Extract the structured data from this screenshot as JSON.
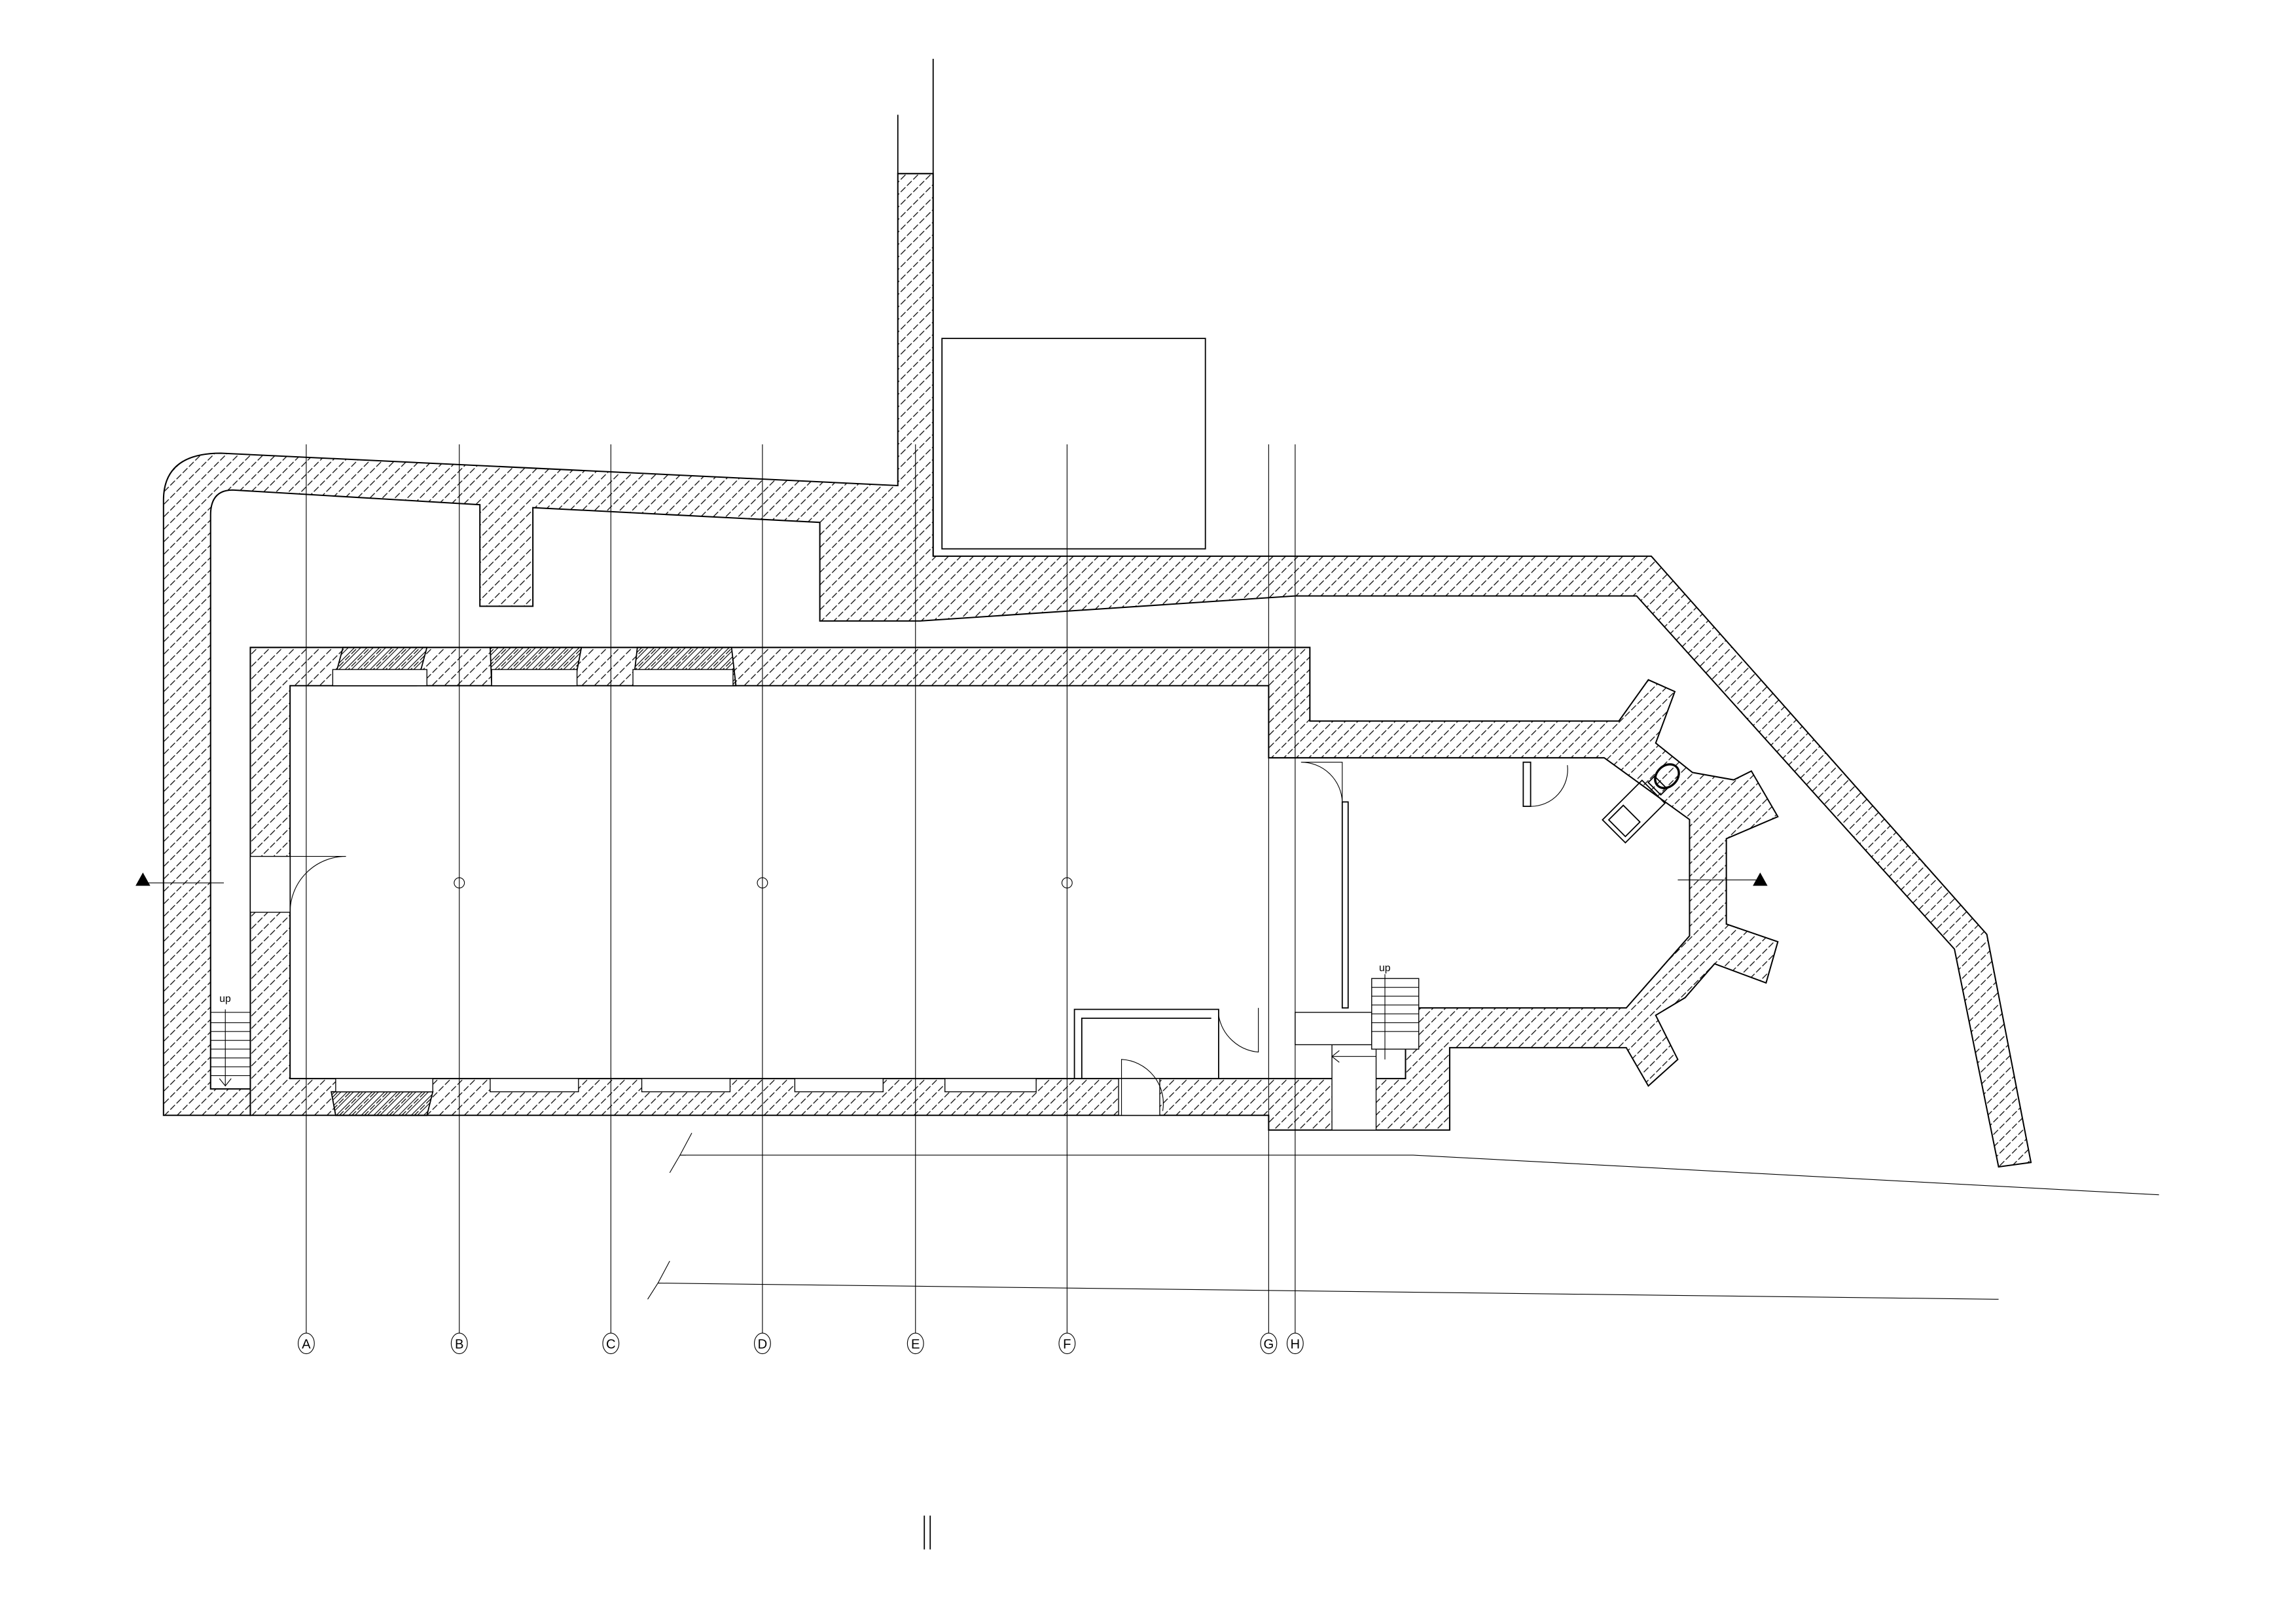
{
  "drawing": {
    "type": "floor-plan",
    "grid_labels": [
      "A",
      "B",
      "C",
      "D",
      "E",
      "F",
      "G",
      "H"
    ],
    "stair_labels": {
      "west_stair": "up",
      "east_stair": "up"
    },
    "section_marker_icon": "triangle-section-icon",
    "colors": {
      "line": "#000000",
      "background": "#ffffff",
      "secondary_line": "#808080"
    }
  }
}
